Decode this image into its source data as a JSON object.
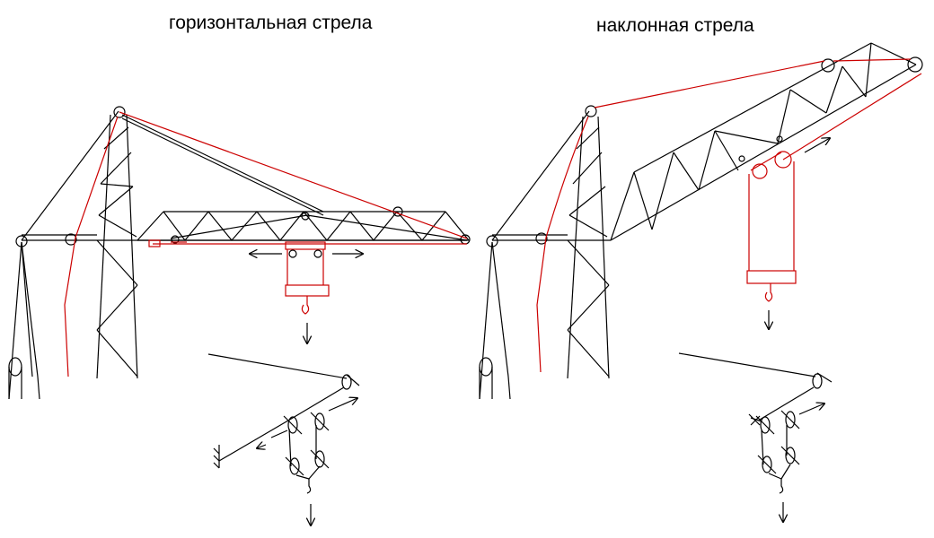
{
  "titles": {
    "left": "горизонтальная стрела",
    "right": "наклонная стрела"
  },
  "colors": {
    "structure": "#000000",
    "rope": "#cc0000",
    "background": "#ffffff"
  },
  "panels": [
    {
      "id": "horizontal-boom"
    },
    {
      "id": "inclined-boom"
    }
  ]
}
